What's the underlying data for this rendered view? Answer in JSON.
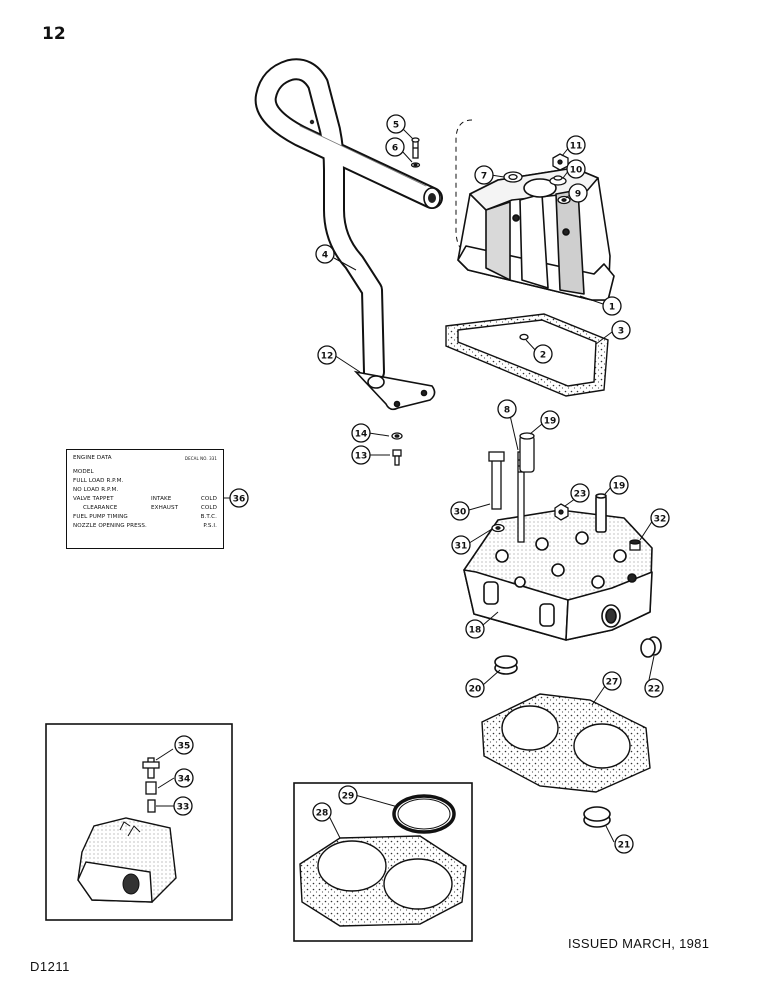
{
  "header": {
    "page_number": "12"
  },
  "footer": {
    "figure_code": "D1211",
    "issued": "ISSUED MARCH, 1981"
  },
  "decal": {
    "title": "ENGINE DATA",
    "decal_no": "DECAL NO. 331",
    "rows": [
      {
        "label": "MODEL",
        "col2": "",
        "col3": ""
      },
      {
        "label": "FULL LOAD R.P.M.",
        "col2": "",
        "col3": ""
      },
      {
        "label": "NO LOAD R.P.M.",
        "col2": "",
        "col3": ""
      },
      {
        "label": "VALVE TAPPET",
        "col2": "INTAKE",
        "col3": "COLD"
      },
      {
        "label": "CLEARANCE",
        "col2": "EXHAUST",
        "col3": "COLD"
      },
      {
        "label": "FUEL PUMP TIMING",
        "col2": "",
        "col3": "B.T.C."
      },
      {
        "label": "NOZZLE OPENING PRESS.",
        "col2": "",
        "col3": "P.S.I."
      }
    ]
  },
  "callouts": [
    "1",
    "2",
    "3",
    "4",
    "5",
    "6",
    "7",
    "8",
    "9",
    "10",
    "11",
    "12",
    "13",
    "14",
    "18",
    "19",
    "19",
    "20",
    "21",
    "22",
    "23",
    "27",
    "28",
    "29",
    "30",
    "31",
    "32",
    "33",
    "34",
    "35",
    "36"
  ]
}
